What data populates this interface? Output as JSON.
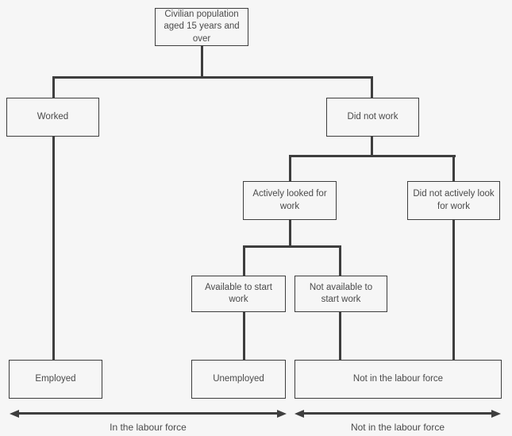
{
  "flowchart": {
    "type": "decision-tree",
    "colors": {
      "background": "#f6f6f6",
      "line": "#3e3e3e",
      "text": "#4a4a4a"
    },
    "nodes": {
      "civilian": {
        "label": "Civilian population aged 15 years and over"
      },
      "worked": {
        "label": "Worked"
      },
      "did_not_work": {
        "label": "Did not work"
      },
      "actively_looked": {
        "label": "Actively looked for work"
      },
      "did_not_actively": {
        "label": "Did not actively look for work"
      },
      "available": {
        "label": "Available to start work"
      },
      "not_available": {
        "label": "Not available to start work"
      },
      "employed": {
        "label": "Employed"
      },
      "unemployed": {
        "label": "Unemployed"
      },
      "not_in_labour_force": {
        "label": "Not in the labour force"
      }
    },
    "edges": [
      [
        "civilian",
        "worked"
      ],
      [
        "civilian",
        "did_not_work"
      ],
      [
        "did_not_work",
        "actively_looked"
      ],
      [
        "did_not_work",
        "did_not_actively"
      ],
      [
        "actively_looked",
        "available"
      ],
      [
        "actively_looked",
        "not_available"
      ],
      [
        "worked",
        "employed"
      ],
      [
        "available",
        "unemployed"
      ],
      [
        "not_available",
        "not_in_labour_force"
      ],
      [
        "did_not_actively",
        "not_in_labour_force"
      ]
    ],
    "spans": [
      {
        "label": "In the labour force"
      },
      {
        "label": "Not in the labour force"
      }
    ]
  }
}
